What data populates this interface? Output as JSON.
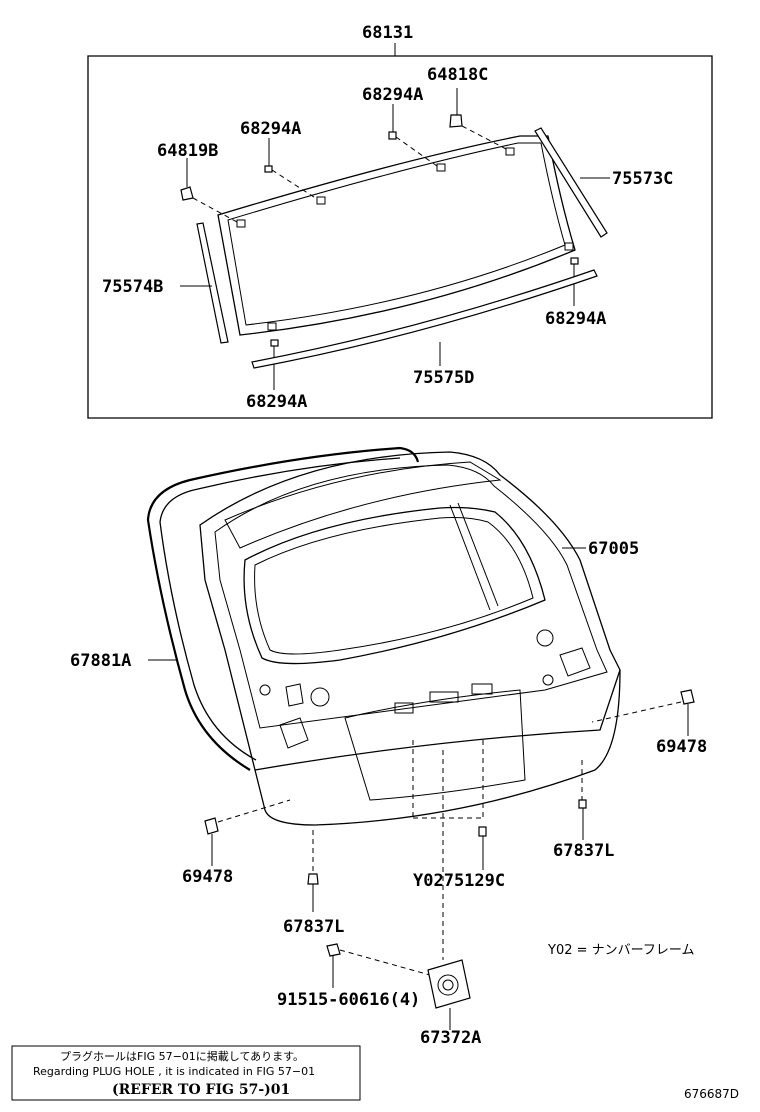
{
  "parts": {
    "glass_assembly": "68131",
    "clip_right": "64818C",
    "spacer_top": "68294A",
    "spacer_left": "68294A",
    "clip_left": "64819B",
    "molding_right": "75573C",
    "molding_left": "75574B",
    "spacer_right": "68294A",
    "spacer_bottom": "68294A",
    "molding_bottom": "75575D",
    "door_panel": "67005",
    "weatherstrip": "67881A",
    "cushion_right": "69478",
    "cushion_left": "69478",
    "stopper_right": "67837L",
    "stopper_left": "67837L",
    "number_frame_part": "Y0275129C",
    "bolt": "91515-60616(4)",
    "lock_assembly": "67372A"
  },
  "legend": {
    "y02": "Y02 = ナンバーフレーム"
  },
  "note": {
    "japanese": "プラグホールはFIG 57−01に掲載してあります。",
    "english": "Regarding  PLUG  HOLE , it is indicated in  FIG  57−01",
    "reference": "(REFER TO FIG 57-)01"
  },
  "figure_id": "676687D"
}
